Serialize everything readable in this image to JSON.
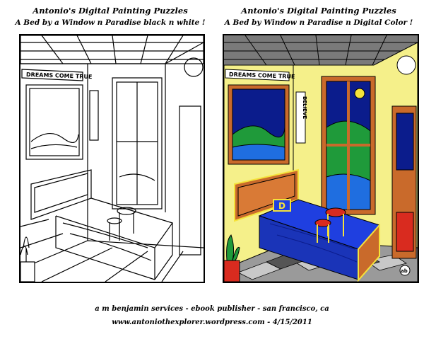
{
  "left": {
    "title": "Antonio's Digital Painting Puzzles",
    "subtitle": "A Bed by a Window n Paradise black n white !"
  },
  "right": {
    "title": "Antonio's Digital Painting Puzzles",
    "subtitle": "A Bed by Window n Paradise n Digital Color !"
  },
  "sign_text": "DREAMS COME TRUE",
  "believe_text": "BELIEVE",
  "pillow_letter": "D",
  "signature": "ab",
  "footer": {
    "line1": "a m benjamin services - ebook publisher - san francisco, ca",
    "line2": "www.antoniothexplorer.wordpress.com - 4/15/2011"
  },
  "colors": {
    "wall": "#f5f08a",
    "floor_dark": "#6e6e6e",
    "floor_light": "#c8c8c8",
    "wood": "#c96a2b",
    "bed_blue": "#1f3fe0",
    "sky": "#0b1c8c",
    "hill": "#1f9a3a",
    "sea": "#1f6ee0",
    "stool_red": "#d92b1f"
  }
}
